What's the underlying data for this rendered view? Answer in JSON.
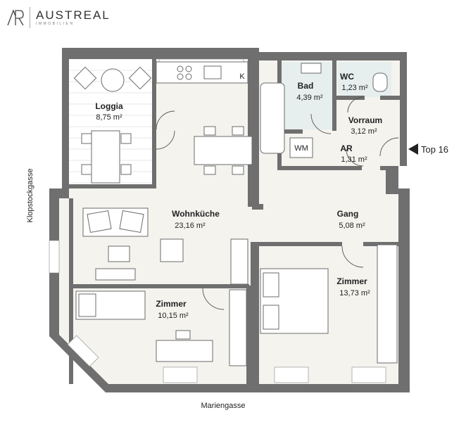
{
  "brand": {
    "mark": "AR",
    "name": "AUSTREAL",
    "tagline": "IMMOBILIEN"
  },
  "colors": {
    "wall": "#6f6f6f",
    "floor": "#f4f3ee",
    "bath": "#e6eeee",
    "loggia": "#ffffff"
  },
  "unit_marker": {
    "label": "Top 16",
    "icon": "triangle-left-icon"
  },
  "streets": {
    "left": "Klopstockgasse",
    "bottom": "Mariengasse"
  },
  "rooms": [
    {
      "id": "loggia",
      "name": "Loggia",
      "area": "8,75 m²"
    },
    {
      "id": "bad",
      "name": "Bad",
      "area": "4,39 m²"
    },
    {
      "id": "wc",
      "name": "WC",
      "area": "1,23 m²"
    },
    {
      "id": "vorraum",
      "name": "Vorraum",
      "area": "3,12 m²"
    },
    {
      "id": "ar",
      "name": "AR",
      "area": "1,31 m²"
    },
    {
      "id": "wohnkueche",
      "name": "Wohnküche",
      "area": "23,16 m²"
    },
    {
      "id": "gang",
      "name": "Gang",
      "area": "5,08 m²"
    },
    {
      "id": "zimmer1",
      "name": "Zimmer",
      "area": "10,15 m²"
    },
    {
      "id": "zimmer2",
      "name": "Zimmer",
      "area": "13,73 m²"
    }
  ],
  "fixtures": {
    "kitchen_k": "K",
    "washing_machine": "WM"
  }
}
